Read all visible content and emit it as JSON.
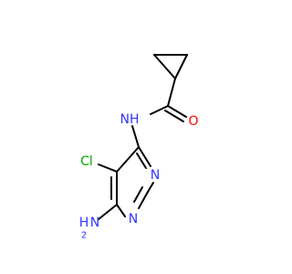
{
  "colors": {
    "bond": "#000000",
    "nitrogen": "#3333ff",
    "oxygen": "#ff0000",
    "chlorine": "#00aa00"
  },
  "atoms": {
    "nh_amide": "NH",
    "o_carbonyl": "O",
    "cl": "Cl",
    "n_ring_upper": "N",
    "n_ring_lower": "N",
    "nh2_h": "H",
    "nh2_h_sub": "2",
    "nh2_n": "N"
  }
}
